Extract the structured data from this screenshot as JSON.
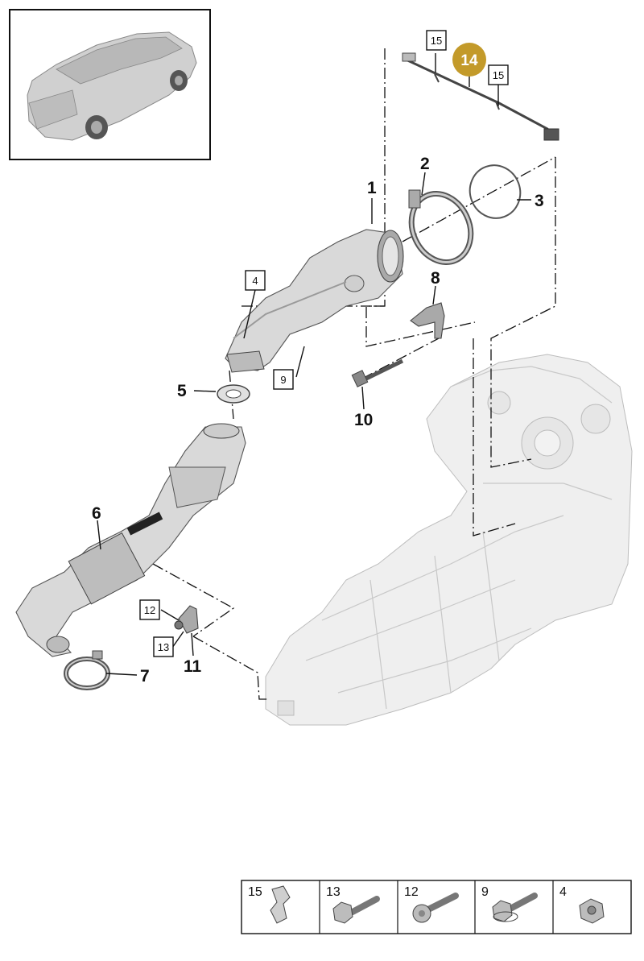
{
  "callouts": {
    "p1": "1",
    "p2": "2",
    "p3": "3",
    "p5": "5",
    "p6": "6",
    "p7": "7",
    "p8": "8",
    "p10": "10",
    "p11": "11",
    "p14": "14",
    "b4": "4",
    "b9": "9",
    "b12": "12",
    "b13": "13",
    "b15a": "15",
    "b15b": "15"
  },
  "highlight_color": "#c39a2a",
  "legend": [
    {
      "num": "15",
      "icon": "clip-icon"
    },
    {
      "num": "13",
      "icon": "hex-bolt-icon"
    },
    {
      "num": "12",
      "icon": "torx-bolt-icon"
    },
    {
      "num": "9",
      "icon": "flange-bolt-icon"
    },
    {
      "num": "4",
      "icon": "hex-nut-icon"
    }
  ]
}
